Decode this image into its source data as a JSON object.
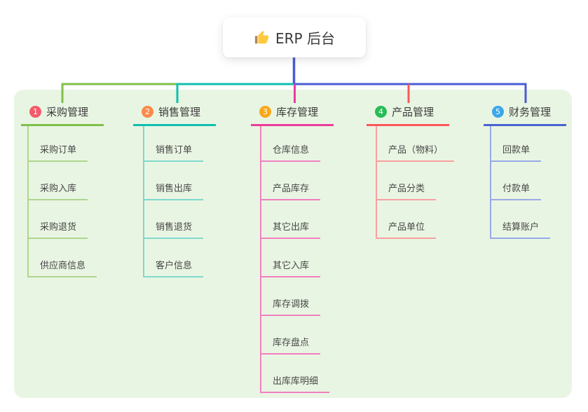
{
  "root": {
    "title": "ERP 后台",
    "icon": "thumbs-up-icon"
  },
  "colors": {
    "page_bg": "#ffffff",
    "panel_bg": "#e9f5e3",
    "card_bg": "#ffffff",
    "root_line": "#4a5cd4",
    "title_text": "#3b3b3b",
    "node_text": "#474747",
    "emoji_hand": "#ffc93e",
    "emoji_cuff": "#b5885a"
  },
  "branches": [
    {
      "num": "1",
      "label": "采购管理",
      "color": "#7fbf4b",
      "light_color": "#aed68d",
      "badge_color": "#f25b6c",
      "children": [
        "采购订单",
        "采购入库",
        "采购退货",
        "供应商信息"
      ]
    },
    {
      "num": "2",
      "label": "销售管理",
      "color": "#10bfae",
      "light_color": "#7fd9cc",
      "badge_color": "#fb8a4a",
      "children": [
        "销售订单",
        "销售出库",
        "销售退货",
        "客户信息"
      ]
    },
    {
      "num": "3",
      "label": "库存管理",
      "color": "#ec3c9c",
      "light_color": "#f180c0",
      "badge_color": "#f9a81a",
      "children": [
        "仓库信息",
        "产品库存",
        "其它出库",
        "其它入库",
        "库存调拨",
        "库存盘点",
        "出库库明细"
      ]
    },
    {
      "num": "4",
      "label": "产品管理",
      "color": "#fa5858",
      "light_color": "#f8a0a0",
      "badge_color": "#27bd57",
      "children": [
        "产品（物料）",
        "产品分类",
        "产品单位"
      ]
    },
    {
      "num": "5",
      "label": "财务管理",
      "color": "#4a63d0",
      "light_color": "#98aae6",
      "badge_color": "#3ba8ea",
      "children": [
        "回款单",
        "付款单",
        "结算账户"
      ]
    }
  ]
}
